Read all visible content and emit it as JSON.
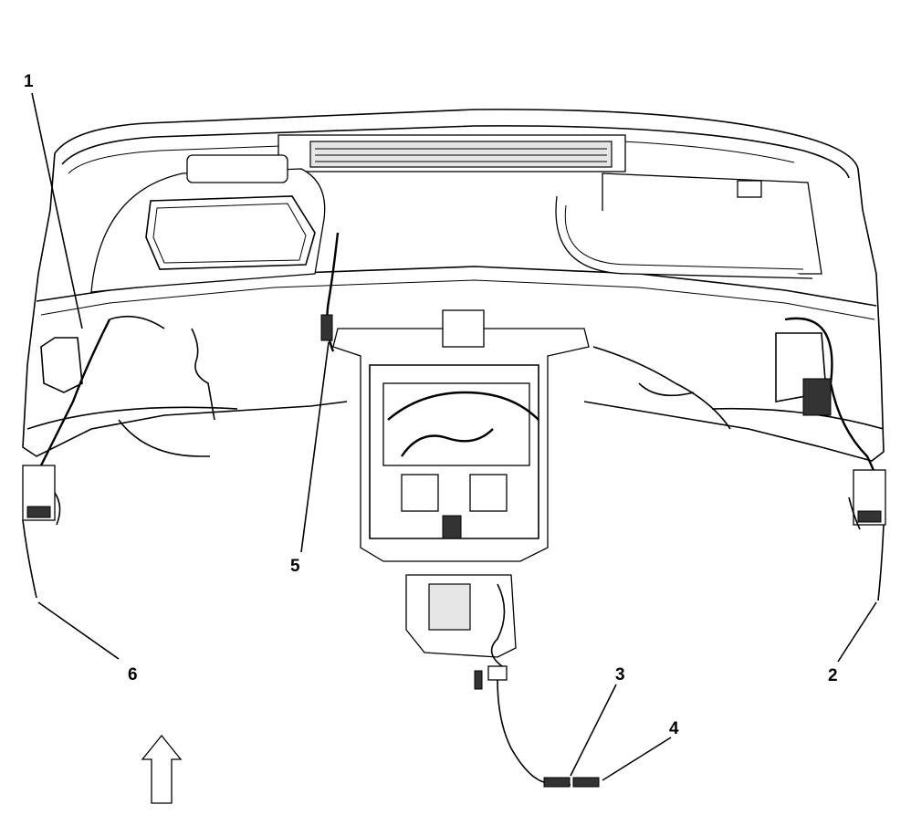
{
  "callouts": {
    "c1": "1",
    "c2": "2",
    "c3": "3",
    "c4": "4",
    "c5": "5",
    "c6": "6"
  },
  "direction_arrow": "up-arrow-icon"
}
